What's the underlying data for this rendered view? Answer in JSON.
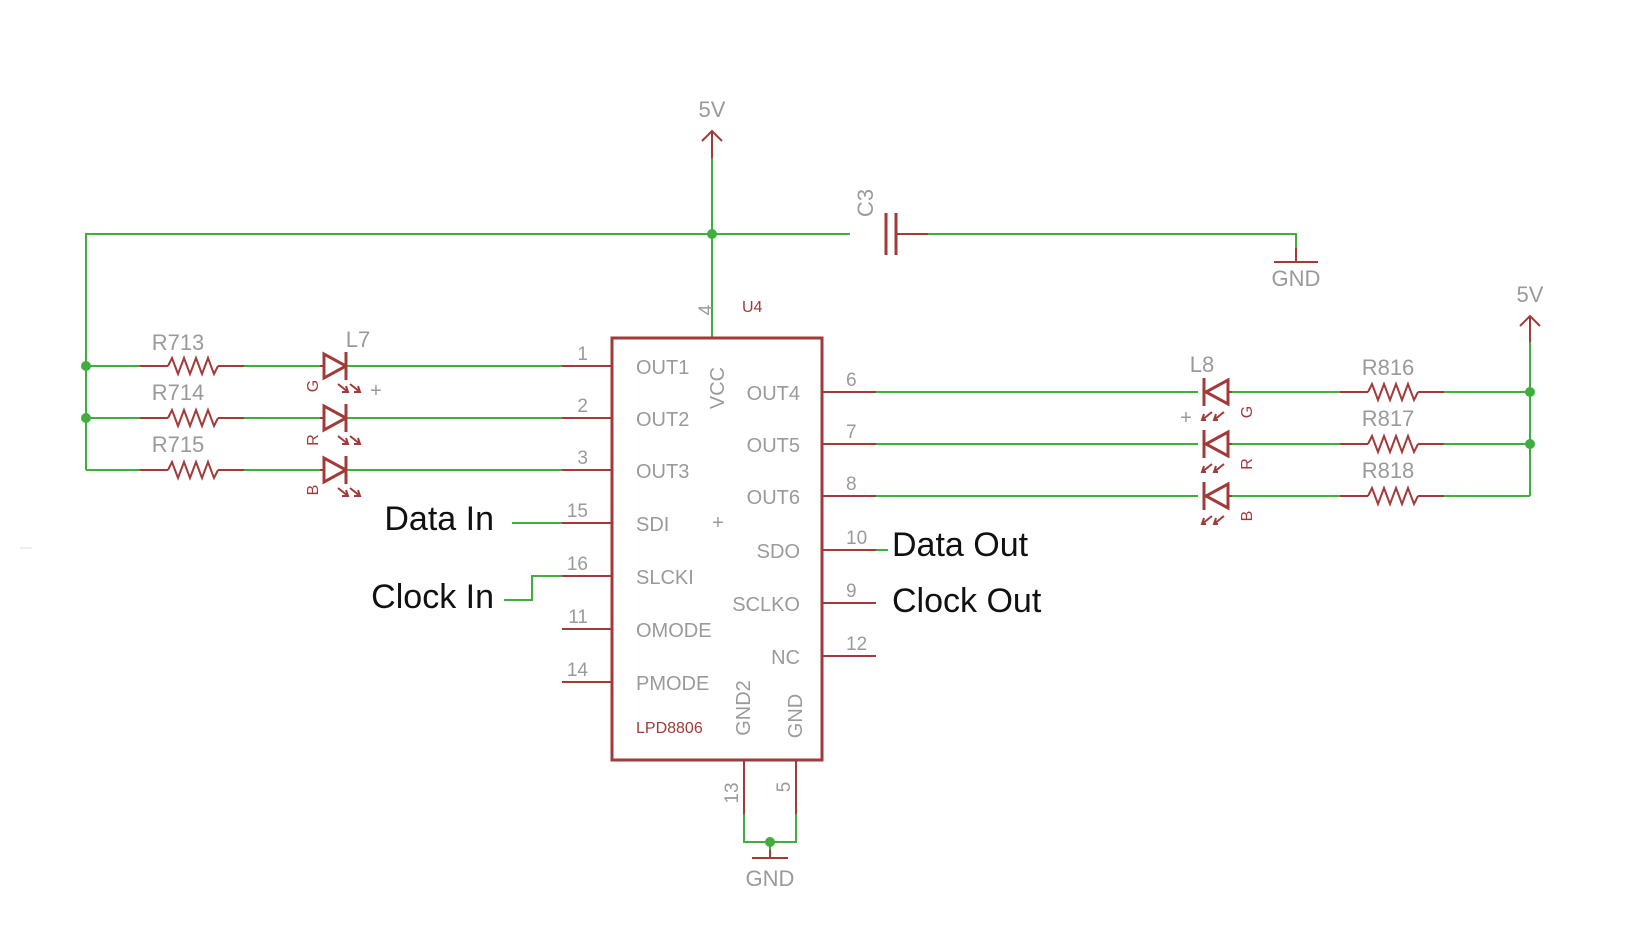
{
  "power": {
    "top_5v": "5V",
    "right_5v": "5V",
    "cap_gnd": "GND",
    "bottom_gnd": "GND"
  },
  "components": {
    "capacitor": "C3",
    "chip_ref": "U4",
    "chip_part": "LPD8806",
    "left_led": "L7",
    "right_led": "L8",
    "resistors_left": [
      "R713",
      "R714",
      "R715"
    ],
    "resistors_right": [
      "R816",
      "R817",
      "R818"
    ],
    "led_colors_left": [
      "G",
      "R",
      "B"
    ],
    "led_colors_right": [
      "G",
      "R",
      "B"
    ],
    "plus_sign": "+"
  },
  "chip_pins": {
    "vcc": {
      "num": "4",
      "name": "VCC"
    },
    "left": [
      {
        "num": "1",
        "name": "OUT1"
      },
      {
        "num": "2",
        "name": "OUT2"
      },
      {
        "num": "3",
        "name": "OUT3"
      },
      {
        "num": "15",
        "name": "SDI"
      },
      {
        "num": "16",
        "name": "SLCKI"
      },
      {
        "num": "11",
        "name": "OMODE"
      },
      {
        "num": "14",
        "name": "PMODE"
      }
    ],
    "right": [
      {
        "num": "6",
        "name": "OUT4"
      },
      {
        "num": "7",
        "name": "OUT5"
      },
      {
        "num": "8",
        "name": "OUT6"
      },
      {
        "num": "10",
        "name": "SDO"
      },
      {
        "num": "9",
        "name": "SCLKO"
      },
      {
        "num": "12",
        "name": "NC"
      }
    ],
    "bottom": [
      {
        "num": "13",
        "name": "GND2"
      },
      {
        "num": "5",
        "name": "GND"
      }
    ]
  },
  "signals": {
    "data_in": "Data In",
    "clock_in": "Clock In",
    "data_out": "Data Out",
    "clock_out": "Clock Out"
  }
}
